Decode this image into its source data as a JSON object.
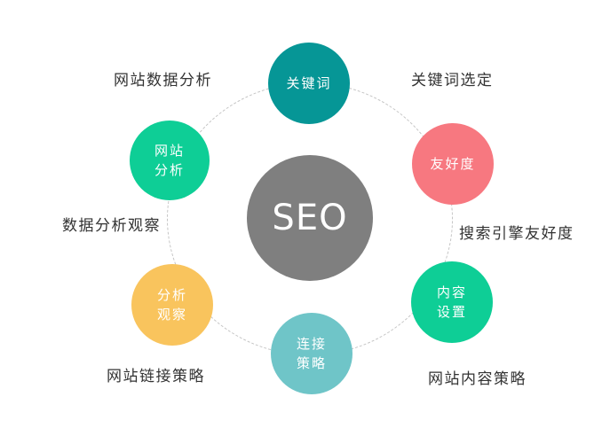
{
  "colors": {
    "background": "#ffffff",
    "ring": "#c4c4c4",
    "label_text": "#333333",
    "node_text": "#ffffff"
  },
  "center_node": {
    "label": "SEO",
    "color": "#7f7f7f"
  },
  "nodes": {
    "keyword": {
      "line1": "关键词",
      "color": "#069696"
    },
    "friendliness": {
      "line1": "友好度",
      "color": "#f77880"
    },
    "content": {
      "line1": "内容",
      "line2": "设置",
      "color": "#0ece96"
    },
    "link": {
      "line1": "连接",
      "line2": "策略",
      "color": "#6fc5c8"
    },
    "observe": {
      "line1": "分析",
      "line2": "观察",
      "color": "#f9c45d"
    },
    "site_analysis": {
      "line1": "网站",
      "line2": "分析",
      "color": "#0ece96"
    }
  },
  "labels": {
    "top_left": "网站数据分析",
    "top_right": "关键词选定",
    "mid_left": "数据分析观察",
    "mid_right": "搜索引擎友好度",
    "bottom_left": "网站链接策略",
    "bottom_right": "网站内容策略"
  }
}
